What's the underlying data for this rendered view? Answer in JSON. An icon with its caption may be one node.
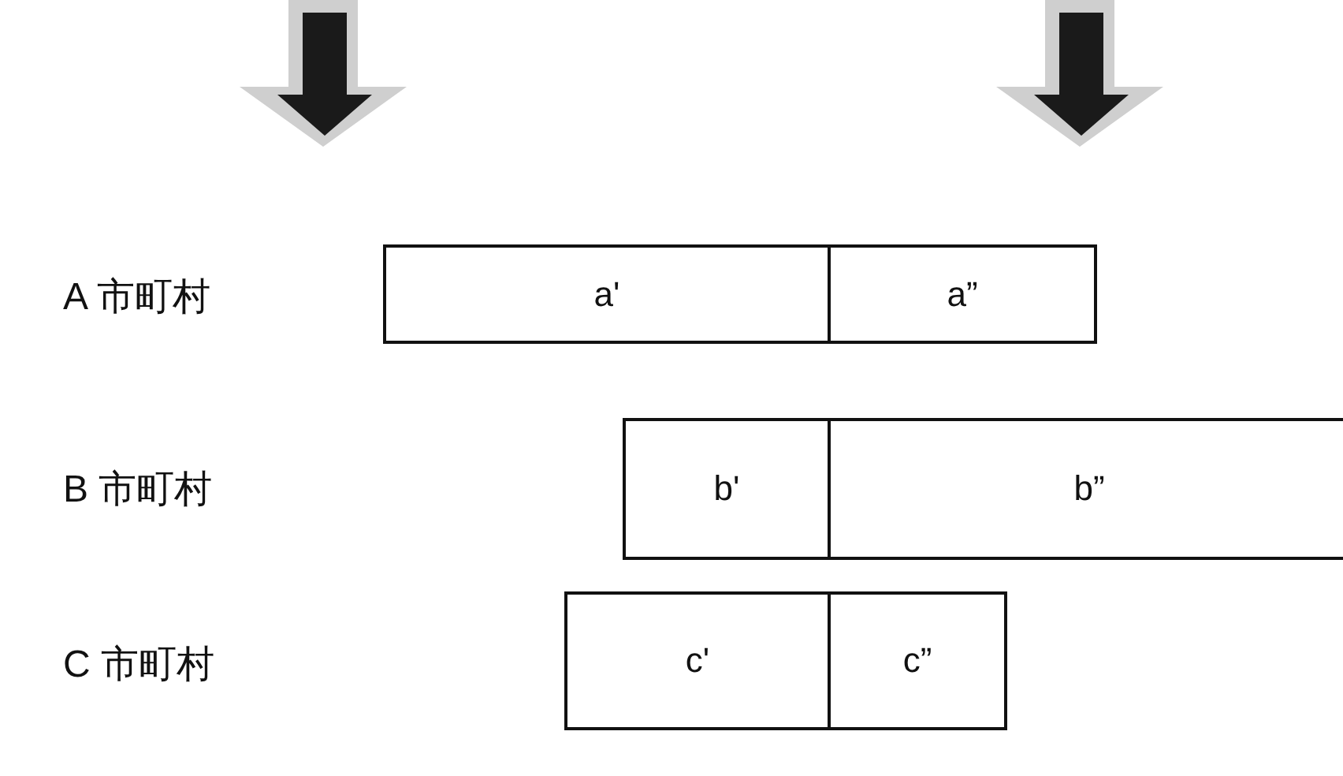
{
  "diagram": {
    "nodes": [
      {
        "text": [
          "a'"
        ]
      },
      {
        "text": [
          "a”"
        ]
      },
      {
        "text": [
          "b'"
        ]
      },
      {
        "text": [
          "b”"
        ]
      },
      {
        "text": [
          "c'"
        ]
      },
      {
        "text": [
          "c”"
        ]
      }
    ],
    "labels": [
      "A 市町村",
      "B 市町村",
      "C 市町村"
    ]
  }
}
